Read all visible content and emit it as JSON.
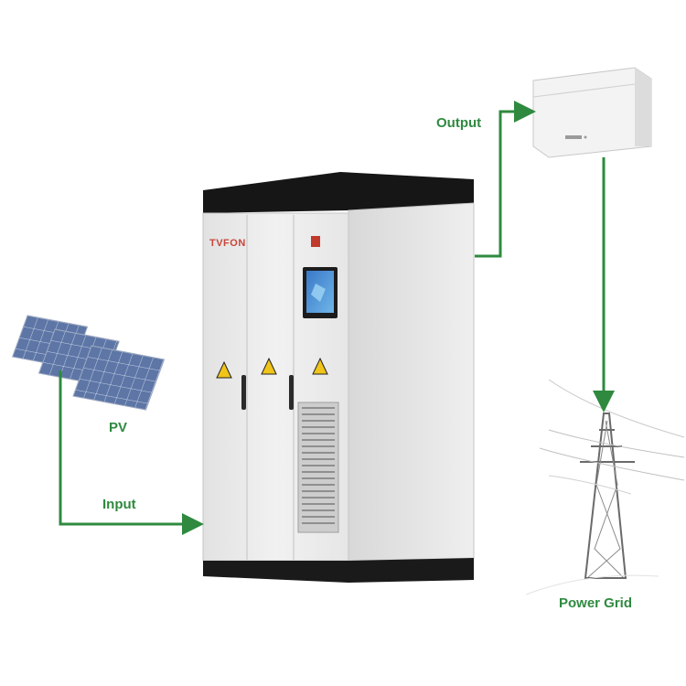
{
  "labels": {
    "output": "Output",
    "pv": "PV",
    "input": "Input",
    "power_grid": "Power Grid"
  },
  "brand": "TVFON",
  "colors": {
    "arrow": "#2f8a3f",
    "cabinet_body": "#ececec",
    "cabinet_top": "#161616",
    "panel_cell": "#5d76a6",
    "warning": "#f0c419",
    "brand": "#c9453a"
  },
  "icons": {
    "solar_panels": "solar-panel-icon",
    "inverter_cabinet": "energy-storage-cabinet",
    "meter_box": "wall-mounted-meter-box",
    "power_grid": "transmission-tower-icon",
    "warning": "high-voltage-warning-icon"
  }
}
